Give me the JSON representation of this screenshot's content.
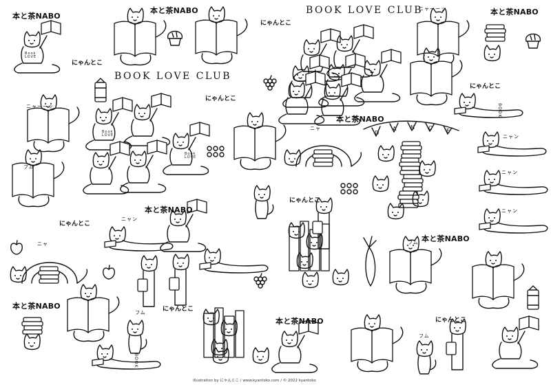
{
  "labels": {
    "nabo": "本と茶NABO",
    "nyantoko": "にゃんとこ",
    "book_love_club": "BOOK LOVE CLUB",
    "book_love_club_script": "Book Love Club",
    "nyaa_long": "ニャーーッ",
    "nyaa": "ニャ",
    "nyan": "ニャン",
    "fumu": "フム",
    "book_love_shirt": "Book LOVE",
    "dance": [
      "D",
      "A",
      "N",
      "C",
      "E"
    ],
    "book_spine": "BOOK"
  },
  "credit": "illustration by にゃんとこ / www.kyantoko.com / © 2022 kyantoko"
}
